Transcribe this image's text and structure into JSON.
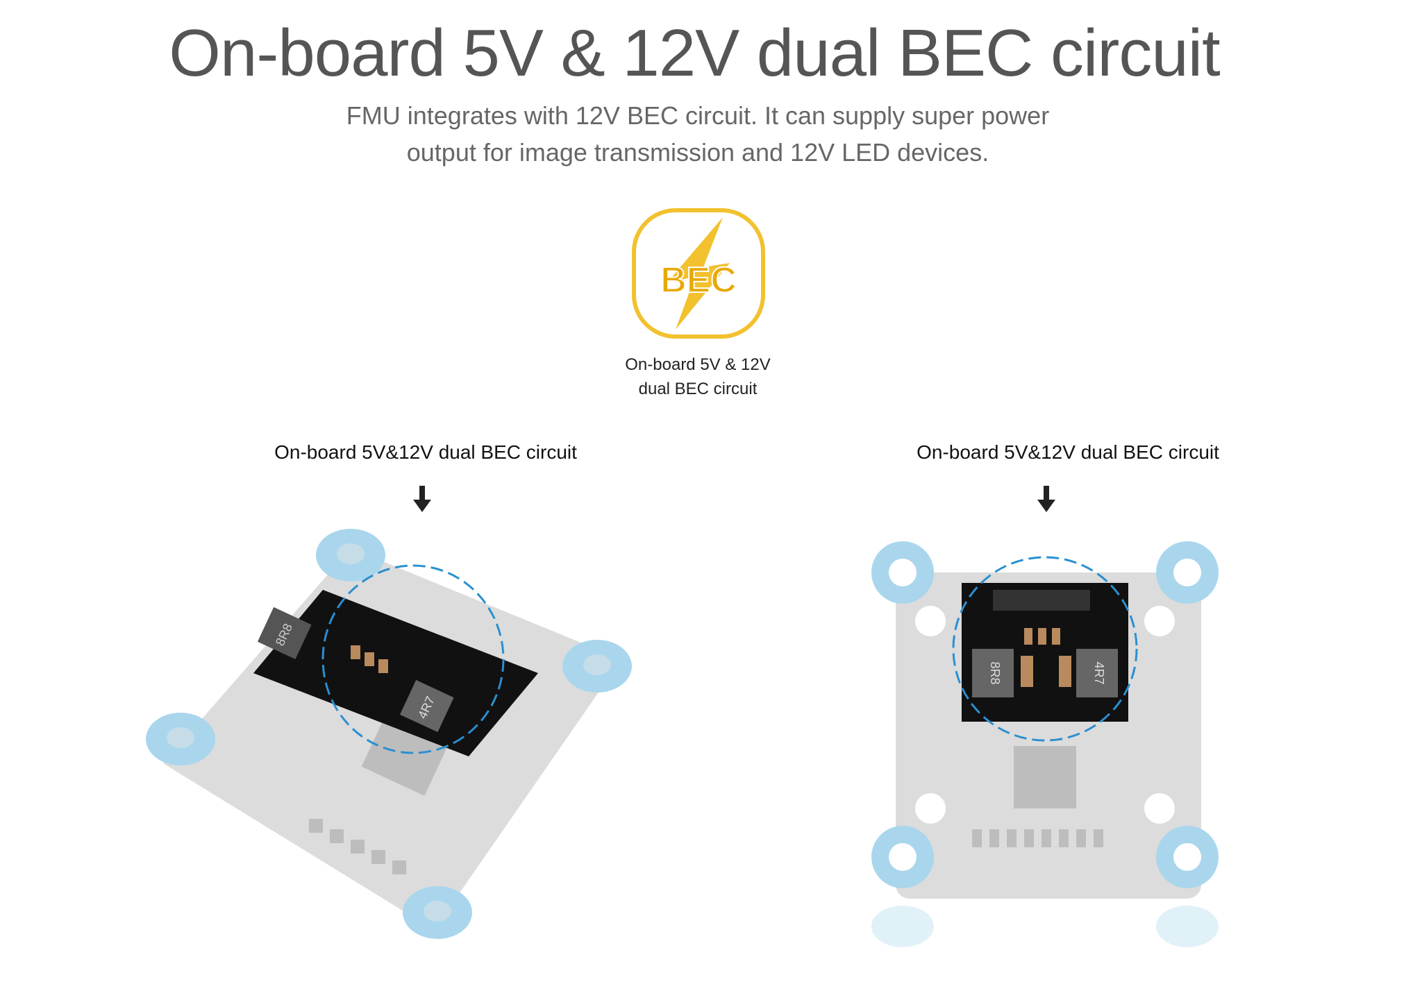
{
  "header": {
    "title": "On-board 5V & 12V dual BEC circuit",
    "subtitle_line1": "FMU integrates with 12V BEC circuit. It can supply super power",
    "subtitle_line2": "output for image transmission and 12V LED devices."
  },
  "feature_icon": {
    "icon": "bec-lightning-icon",
    "logo_text": "BEC",
    "caption_line1": "On-board 5V & 12V",
    "caption_line2": "dual BEC circuit",
    "color": "#f2c12e"
  },
  "views": [
    {
      "label": "On-board 5V&12V dual BEC circuit",
      "inductor_a": "8R8",
      "inductor_b": "4R7"
    },
    {
      "label": "On-board 5V&12V dual BEC circuit",
      "inductor_a": "8R8",
      "inductor_b": "4R7"
    }
  ],
  "colors": {
    "highlight_circle": "#2a8fd0",
    "mount_pad": "#a9d6ec",
    "board": "#d9d9d9"
  }
}
